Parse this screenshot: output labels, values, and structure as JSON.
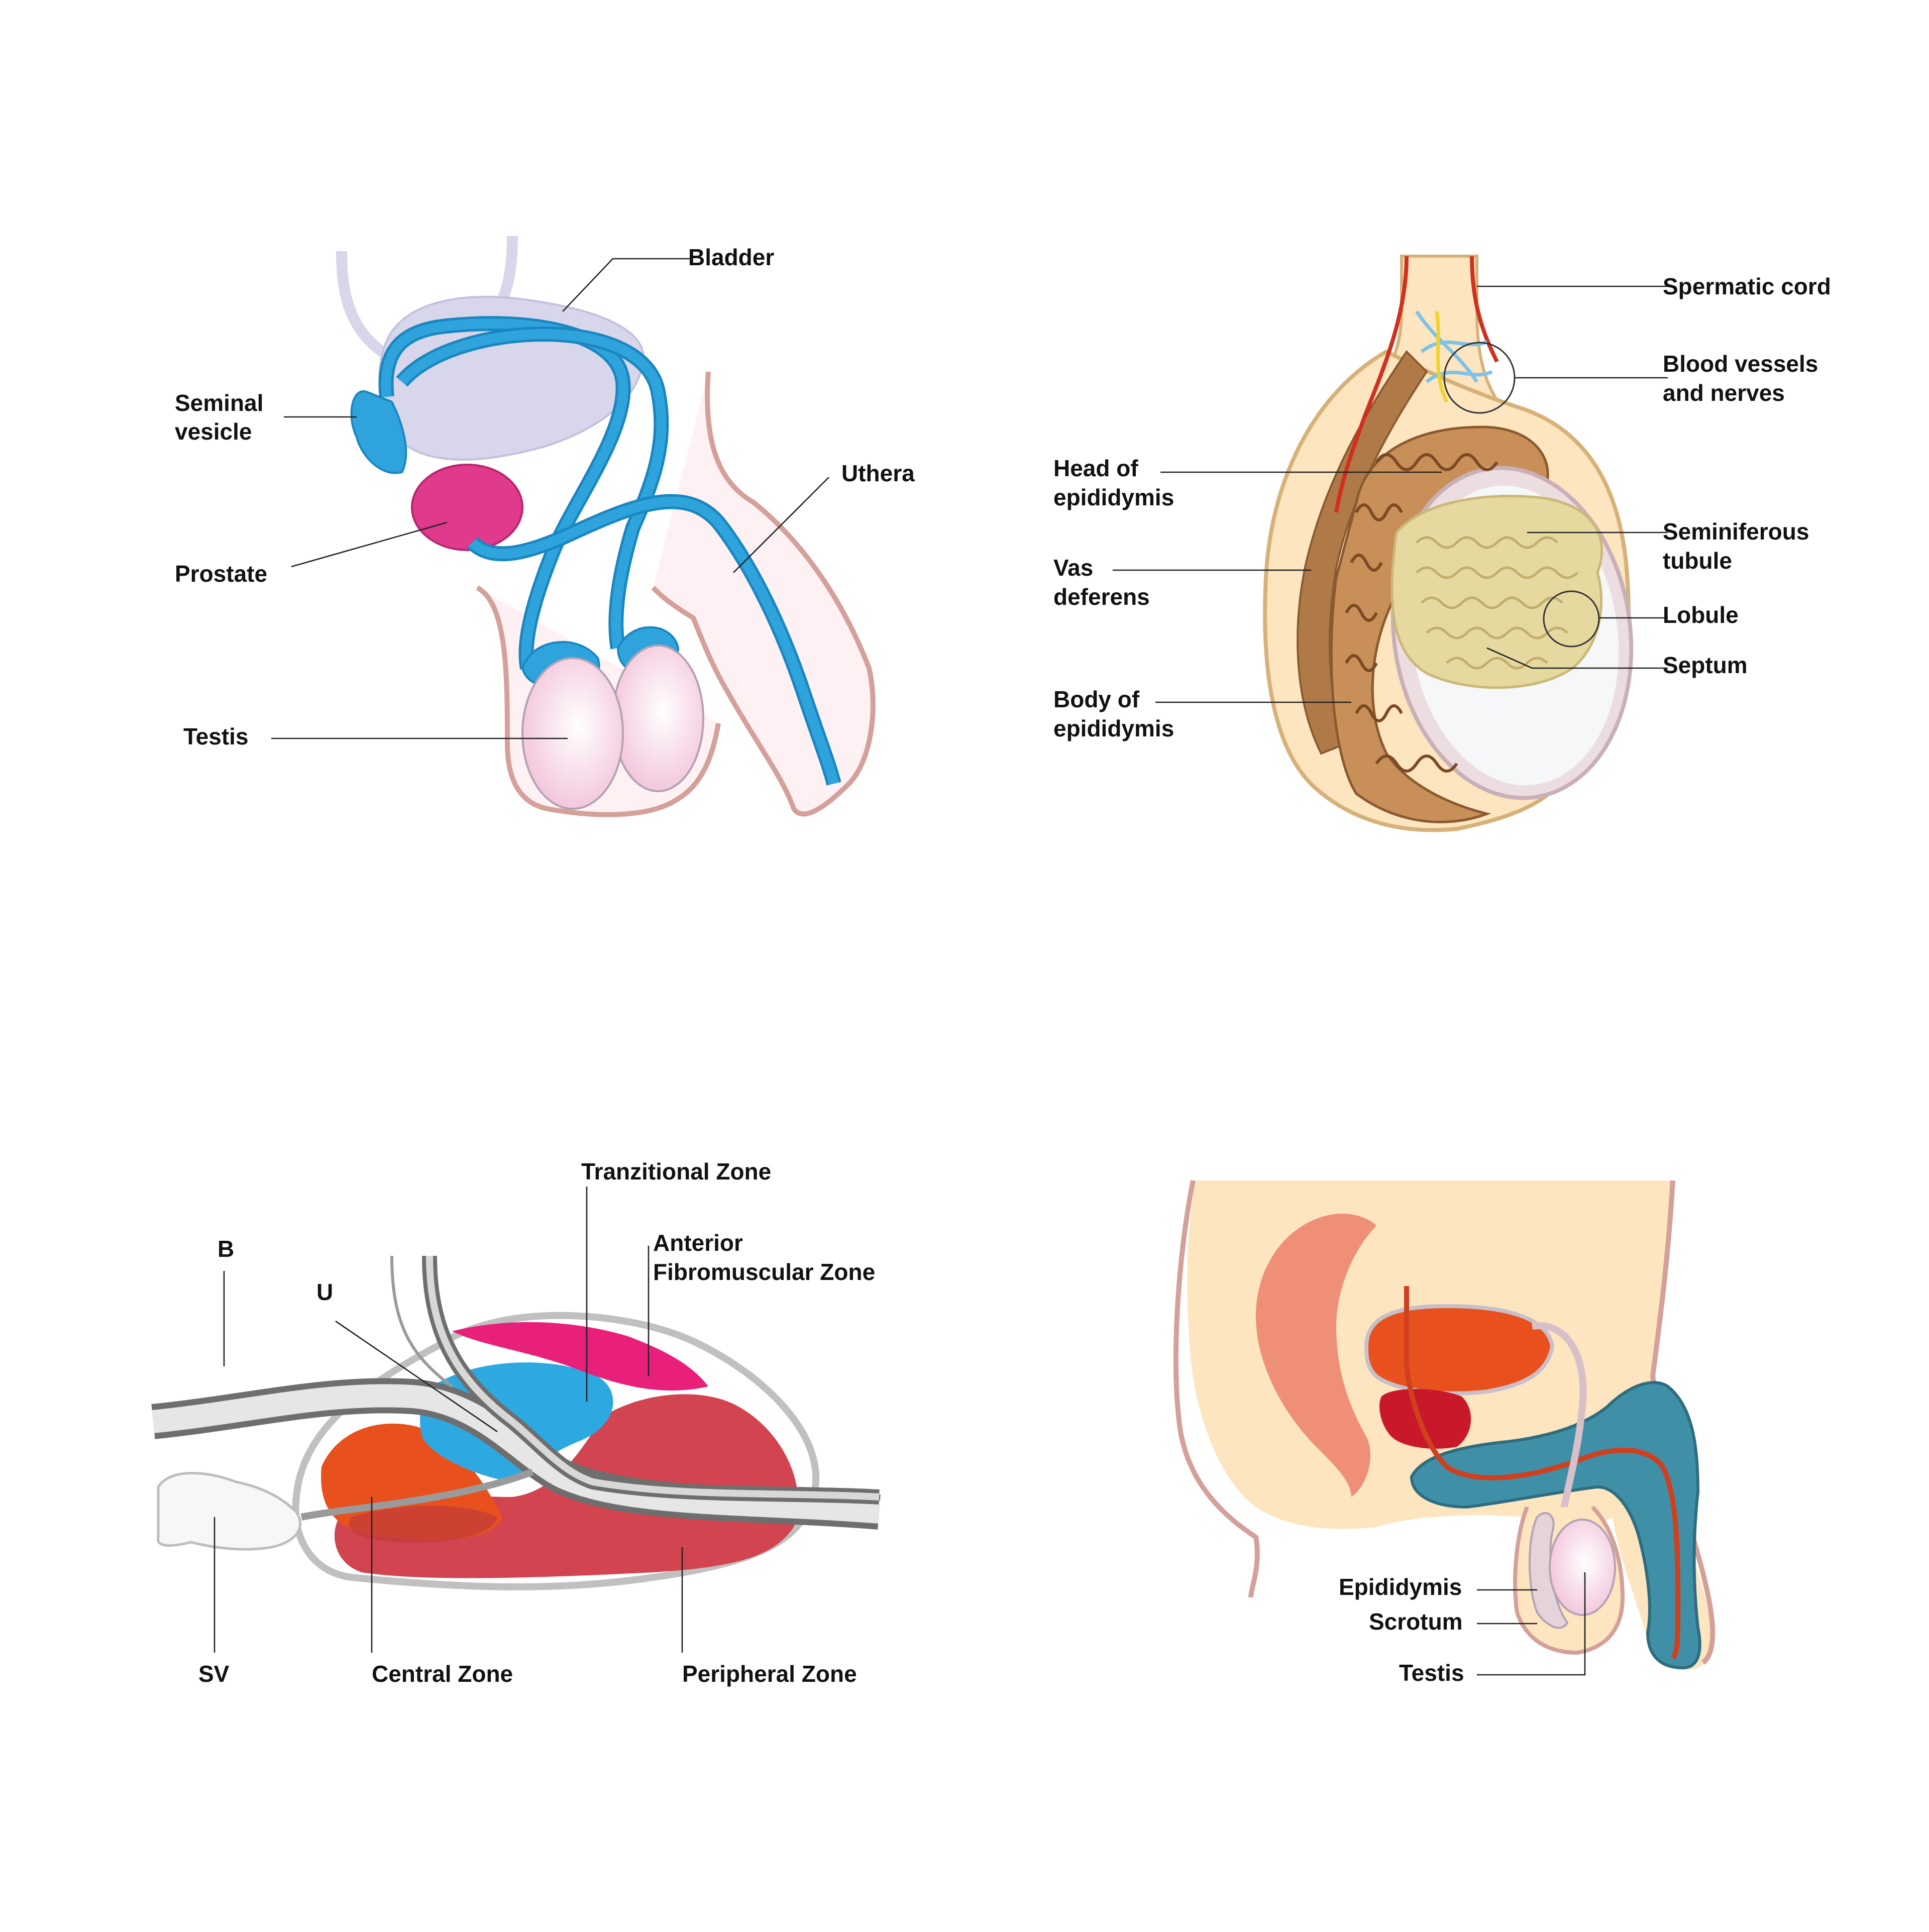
{
  "panel1": {
    "labels": {
      "bladder": "Bladder",
      "seminal_vesicle": [
        "Seminal",
        "vesicle"
      ],
      "uthera": "Uthera",
      "prostate": "Prostate",
      "testis": "Testis"
    }
  },
  "panel2": {
    "labels": {
      "spermatic_cord": "Spermatic cord",
      "blood_vessels": [
        "Blood vessels",
        "and nerves"
      ],
      "head_epididymis": [
        "Head of",
        "epididymis"
      ],
      "vas_deferens": [
        "Vas",
        "deferens"
      ],
      "seminiferous_tubule": [
        "Seminiferous",
        "tubule"
      ],
      "lobule": "Lobule",
      "septum": "Septum",
      "body_epididymis": [
        "Body of",
        "epididymis"
      ]
    }
  },
  "panel3": {
    "labels": {
      "tranzitional_zone": "Tranzitional Zone",
      "anterior_zone": [
        "Anterior",
        "Fibromuscular Zone"
      ],
      "b": "B",
      "u": "U",
      "sv": "SV",
      "central_zone": "Central Zone",
      "peripheral_zone": "Peripheral Zone"
    }
  },
  "panel4": {
    "labels": {
      "epididymis": "Epididymis",
      "scrotum": "Scrotum",
      "testis": "Testis"
    }
  },
  "colors": {
    "vessel_blue": "#2ea3dc",
    "bladder_lilac": "#d8d6ea",
    "prostate_magenta": "#e03a8c",
    "testis_pink": "#f6d6e6",
    "skin_outline": "#d4a09a",
    "epididymis_brown": "#b07a48",
    "tubule_yellow": "#e6d9a0",
    "central_orange": "#e8501e",
    "peripheral_red": "#d14450",
    "anterior_pink": "#e8207a",
    "penis_teal": "#3f8fa6",
    "body_cream": "#fde5bf"
  }
}
